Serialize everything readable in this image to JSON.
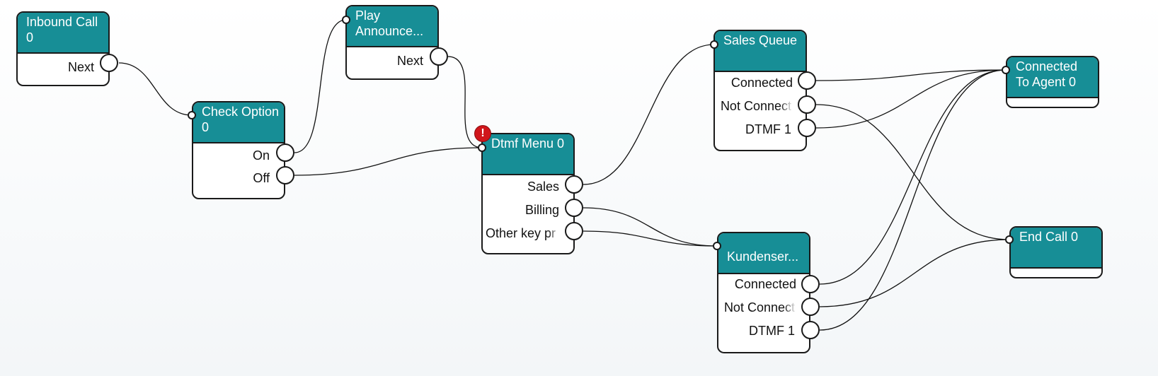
{
  "colors": {
    "header": "#178e96",
    "error": "#d0161b"
  },
  "nodes": {
    "inbound": {
      "title": "Inbound Call 0",
      "outputs": [
        "Next"
      ]
    },
    "check": {
      "title": "Check Option 0",
      "outputs": [
        "On",
        "Off"
      ]
    },
    "play": {
      "title": "Play Announce...",
      "outputs": [
        "Next"
      ]
    },
    "dtmf": {
      "title": "Dtmf Menu 0",
      "error_icon": "!",
      "outputs": [
        "Sales",
        "Billing",
        "Other key pr"
      ]
    },
    "sales_queue": {
      "title": "Sales Queue",
      "outputs": [
        "Connected",
        "Not Connect",
        "DTMF 1"
      ]
    },
    "kunden": {
      "title": "Kundenser...",
      "outputs": [
        "Connected",
        "Not Connect",
        "DTMF 1"
      ]
    },
    "agent": {
      "title": "Connected To Agent 0",
      "outputs": []
    },
    "end": {
      "title": "End Call 0",
      "outputs": []
    }
  },
  "connections": [
    {
      "from": "inbound.Next",
      "to": "check"
    },
    {
      "from": "check.On",
      "to": "play"
    },
    {
      "from": "check.Off",
      "to": "dtmf"
    },
    {
      "from": "play.Next",
      "to": "dtmf"
    },
    {
      "from": "dtmf.Sales",
      "to": "sales_queue"
    },
    {
      "from": "dtmf.Billing",
      "to": "kunden"
    },
    {
      "from": "dtmf.Other key pr",
      "to": "kunden"
    },
    {
      "from": "sales_queue.Connected",
      "to": "agent"
    },
    {
      "from": "sales_queue.Not Connect",
      "to": "end"
    },
    {
      "from": "sales_queue.DTMF 1",
      "to": "agent"
    },
    {
      "from": "kunden.Connected",
      "to": "agent"
    },
    {
      "from": "kunden.Not Connect",
      "to": "end"
    },
    {
      "from": "kunden.DTMF 1",
      "to": "agent"
    }
  ]
}
